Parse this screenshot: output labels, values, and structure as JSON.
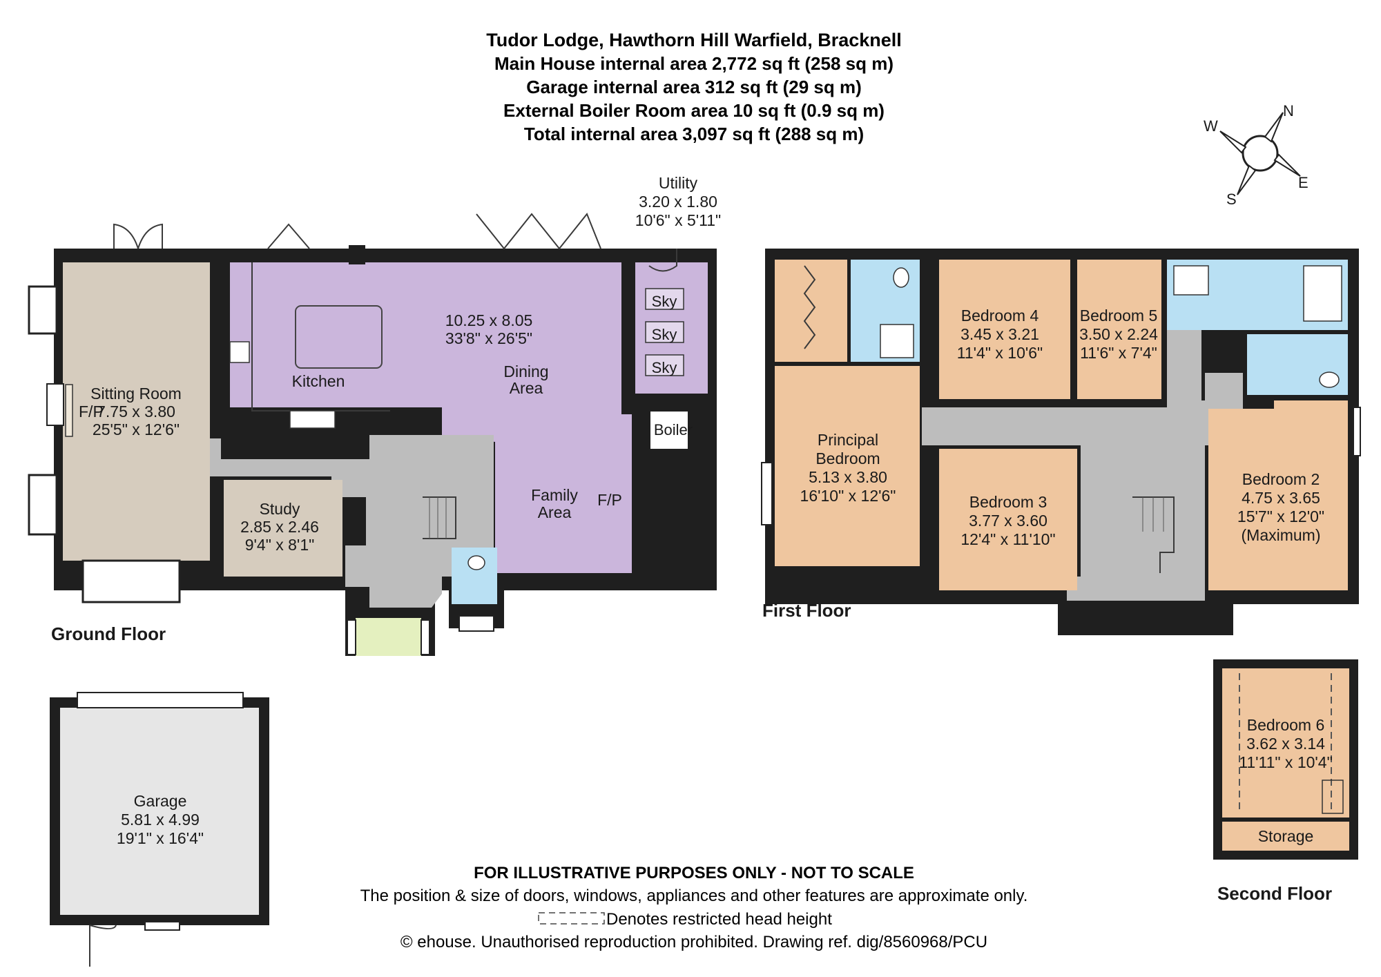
{
  "header": {
    "title": "Tudor Lodge, Hawthorn Hill Warfield, Bracknell",
    "line1": "Main House internal area 2,772 sq ft (258 sq m)",
    "line2": "Garage internal area 312 sq ft (29 sq m)",
    "line3": "External Boiler Room area 10 sq ft (0.9 sq m)",
    "line4": "Total internal area 3,097 sq ft (288 sq m)"
  },
  "compass": {
    "n": "N",
    "e": "E",
    "s": "S",
    "w": "W"
  },
  "floors": {
    "ground": "Ground Floor",
    "first": "First Floor",
    "second": "Second Floor"
  },
  "rooms": {
    "sitting": {
      "name": "Sitting Room",
      "metric": "7.75 x 3.80",
      "imperial": "25'5\" x 12'6\"",
      "fp": "F/P"
    },
    "kitchen": {
      "name": "Kitchen"
    },
    "kitchen_dims": {
      "metric": "10.25 x 8.05",
      "imperial": "33'8\" x 26'5\""
    },
    "dining": {
      "line1": "Dining",
      "line2": "Area"
    },
    "family": {
      "line1": "Family",
      "line2": "Area",
      "fp": "F/P"
    },
    "utility": {
      "name": "Utility",
      "metric": "3.20 x 1.80",
      "imperial": "10'6\" x 5'11\""
    },
    "sky": [
      "Sky",
      "Sky",
      "Sky"
    ],
    "boiler": {
      "name": "Boiler"
    },
    "study": {
      "name": "Study",
      "metric": "2.85 x 2.46",
      "imperial": "9'4\" x 8'1\""
    },
    "garage": {
      "name": "Garage",
      "metric": "5.81 x 4.99",
      "imperial": "19'1\" x 16'4\""
    },
    "principal": {
      "line1": "Principal",
      "line2": "Bedroom",
      "metric": "5.13 x 3.80",
      "imperial": "16'10\" x 12'6\""
    },
    "bed4": {
      "name": "Bedroom 4",
      "metric": "3.45 x 3.21",
      "imperial": "11'4\" x 10'6\""
    },
    "bed5": {
      "name": "Bedroom 5",
      "metric": "3.50 x 2.24",
      "imperial": "11'6\" x 7'4\""
    },
    "bed3": {
      "name": "Bedroom 3",
      "metric": "3.77 x 3.60",
      "imperial": "12'4\" x 11'10\""
    },
    "bed2": {
      "name": "Bedroom 2",
      "metric": "4.75 x 3.65",
      "imperial": "15'7\" x 12'0\"",
      "note": "(Maximum)"
    },
    "bed6": {
      "name": "Bedroom 6",
      "metric": "3.62 x 3.14",
      "imperial": "11'11\" x 10'4\""
    },
    "storage": {
      "name": "Storage"
    }
  },
  "footer": {
    "disclaimer": "FOR ILLUSTRATIVE PURPOSES ONLY - NOT TO SCALE",
    "note": "The position & size of doors, windows, appliances and other features are approximate only.",
    "legend": "Denotes restricted head height",
    "copyright": "© ehouse. Unauthorised reproduction prohibited. Drawing ref. dig/8560968/PCU"
  },
  "colors": {
    "reception": "#d6ccbe",
    "kitchen": "#cbb6dc",
    "bedroom": "#efc69f",
    "bathroom": "#b9e0f3",
    "hall": "#bdbdbd",
    "porch": "#e4f0bf",
    "garage": "#e6e6e6",
    "wall": "#1f1f1f"
  }
}
